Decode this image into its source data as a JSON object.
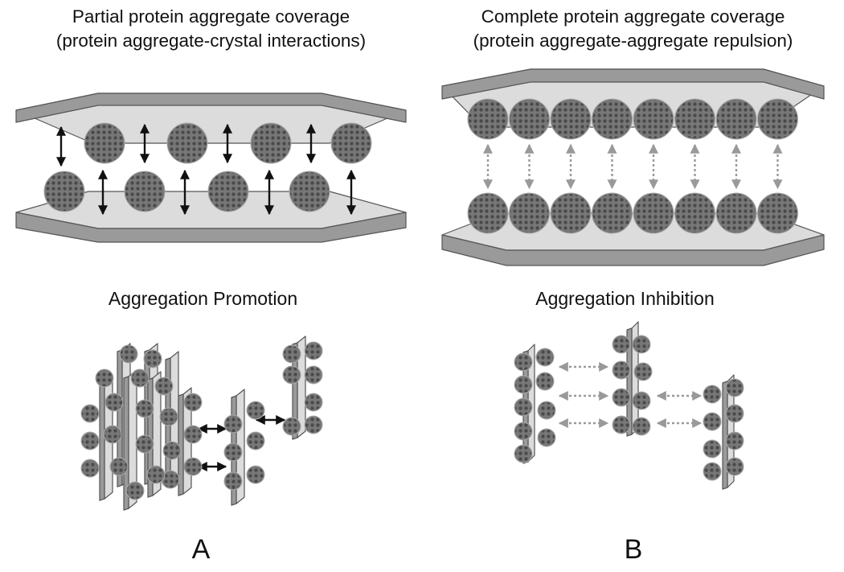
{
  "panel_a": {
    "title_line1": "Partial protein aggregate coverage",
    "title_line2": "(protein aggregate-crystal interactions)",
    "subtitle": "Aggregation Promotion",
    "letter": "A"
  },
  "panel_b": {
    "title_line1": "Complete protein aggregate coverage",
    "title_line2": "(protein aggregate-aggregate repulsion)",
    "subtitle": "Aggregation Inhibition",
    "letter": "B"
  },
  "colors": {
    "plate_face": "#dcdcdc",
    "plate_edge": "#9a9a9a",
    "plate_stroke": "#555555",
    "aggregate": "#777777",
    "aggregate_dot": "#4a4a4a",
    "attraction_arrow": "#111111",
    "repulsion_arrow": "#999999"
  }
}
